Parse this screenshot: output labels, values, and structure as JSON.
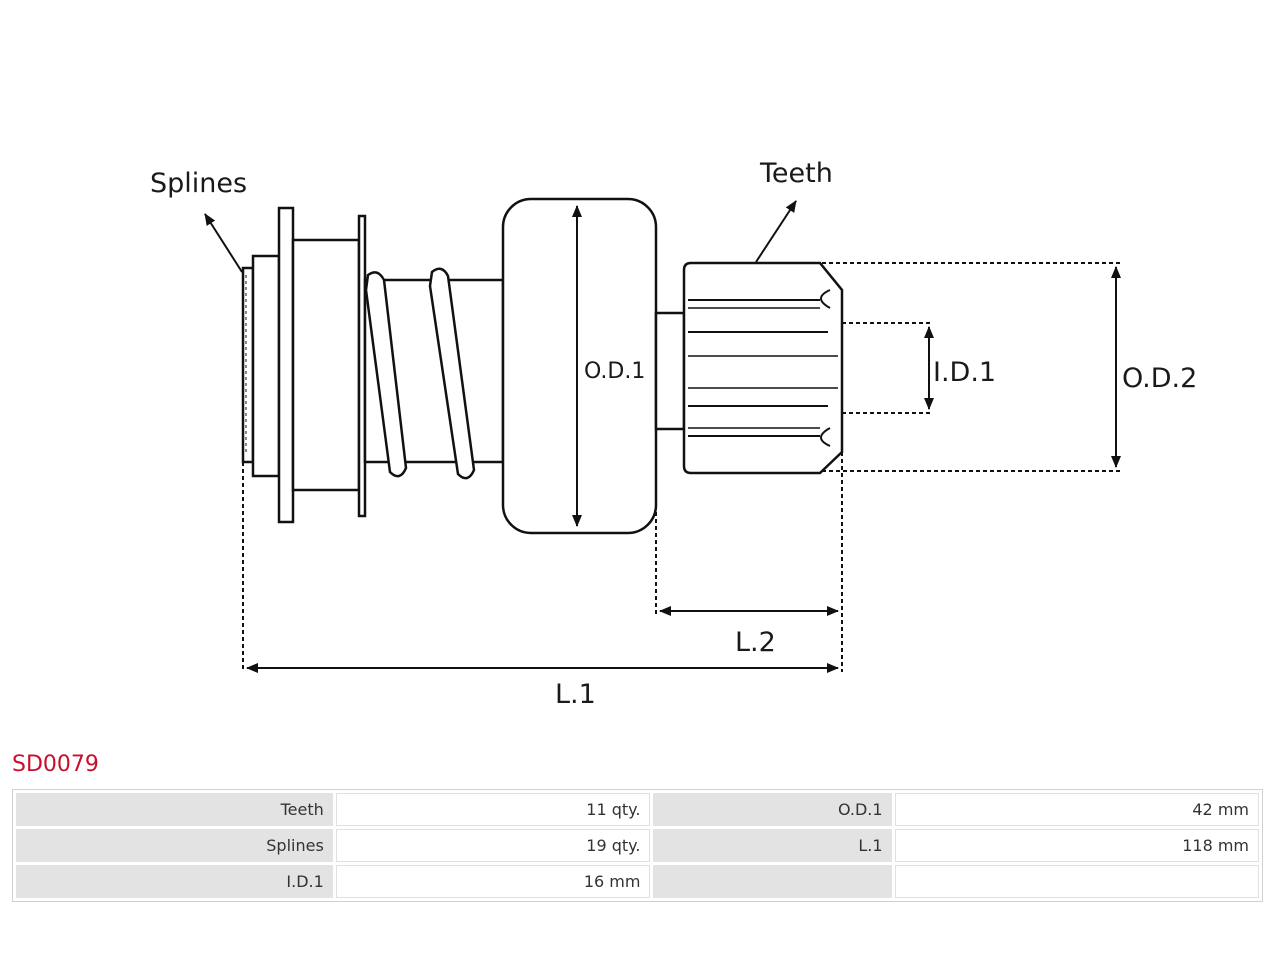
{
  "diagram": {
    "labels": {
      "splines": "Splines",
      "teeth": "Teeth",
      "od1": "O.D.1",
      "id1": "I.D.1",
      "od2": "O.D.2",
      "l2": "L.2",
      "l1": "L.1"
    }
  },
  "part_code": "SD0079",
  "specs": {
    "rows": [
      [
        {
          "label": "Teeth",
          "value": "11 qty."
        },
        {
          "label": "O.D.1",
          "value": "42 mm"
        }
      ],
      [
        {
          "label": "Splines",
          "value": "19 qty."
        },
        {
          "label": "L.1",
          "value": "118 mm"
        }
      ],
      [
        {
          "label": "I.D.1",
          "value": "16 mm"
        },
        {
          "label": "",
          "value": ""
        }
      ]
    ]
  }
}
